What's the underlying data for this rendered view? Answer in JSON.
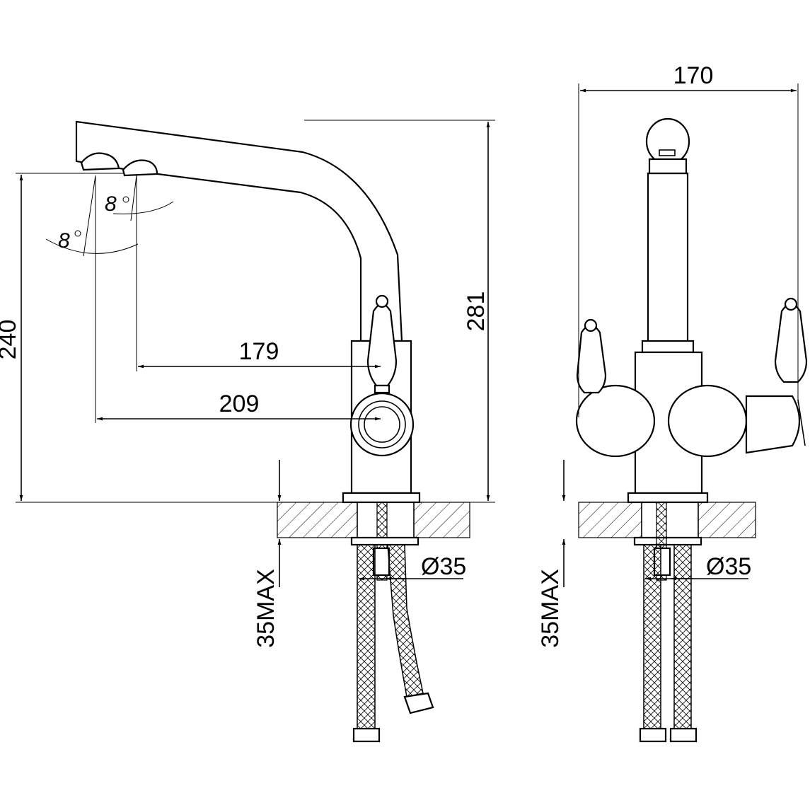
{
  "side_view": {
    "height_total": "281",
    "height_outlet": "240",
    "reach_1": "179",
    "reach_2": "209",
    "angle_1": "8",
    "angle_2": "8",
    "max_thickness": "35MAX",
    "hole_diameter": "Ø35"
  },
  "front_view": {
    "width": "170",
    "max_thickness": "35MAX",
    "hole_diameter": "Ø35"
  }
}
